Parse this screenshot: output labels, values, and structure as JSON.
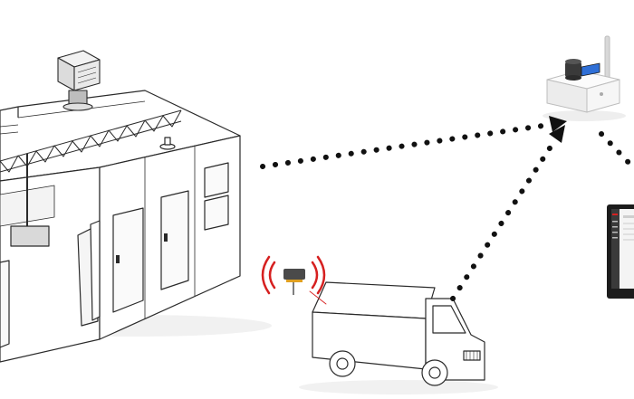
{
  "colors": {
    "line": "#2a2a2a",
    "connector": "#111111",
    "signal": "#d62020",
    "sensor_body": "#4a4a4a",
    "sensor_tag": "#e0a020",
    "gateway_body": "#f2f2f2",
    "gateway_screen": "#2f6fd6",
    "monitor_bezel": "#1c1c1c",
    "monitor_screen": "#f4f4f4",
    "monitor_sidebar": "#3a3a3a",
    "shadow": "#e6e6e6"
  },
  "icons": {
    "cold_room": "cold-room-illustration",
    "refrigeration_unit": "condenser-unit-icon",
    "truck": "refrigerated-truck-icon",
    "sensor": "wireless-sensor-icon",
    "gateway": "iot-gateway-icon",
    "monitor": "monitor-dashboard-icon"
  },
  "diagram": {
    "connections": [
      {
        "from": "cold-room",
        "to": "gateway"
      },
      {
        "from": "truck",
        "to": "gateway"
      },
      {
        "from": "gateway",
        "to": "monitor"
      }
    ]
  }
}
